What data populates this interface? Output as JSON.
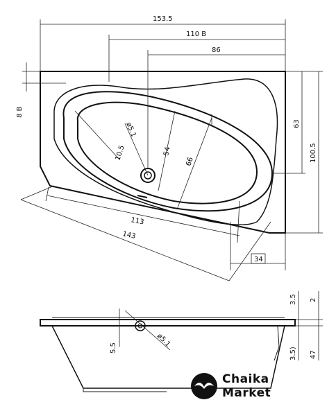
{
  "dimensions": {
    "total_length": "153.5",
    "length_b": "110 B",
    "drain_offset": "86",
    "left_step": "8 B",
    "width_inner": "63",
    "width_total": "100.5",
    "bowl_width": "54",
    "bowl_inner": "66",
    "bowl_small": "10.5",
    "drain_diameter": "ø5.1",
    "length_inner": "113",
    "length_diag": "143",
    "corner_width": "34",
    "rim_top": "3.5",
    "rim_right": "2",
    "side_drain_height": "5.5",
    "side_drain_diameter": "ø5.1",
    "depth_partial": "3.5)",
    "depth_total": "47"
  },
  "brand": {
    "line1": "Chaika",
    "line2": "Market"
  }
}
